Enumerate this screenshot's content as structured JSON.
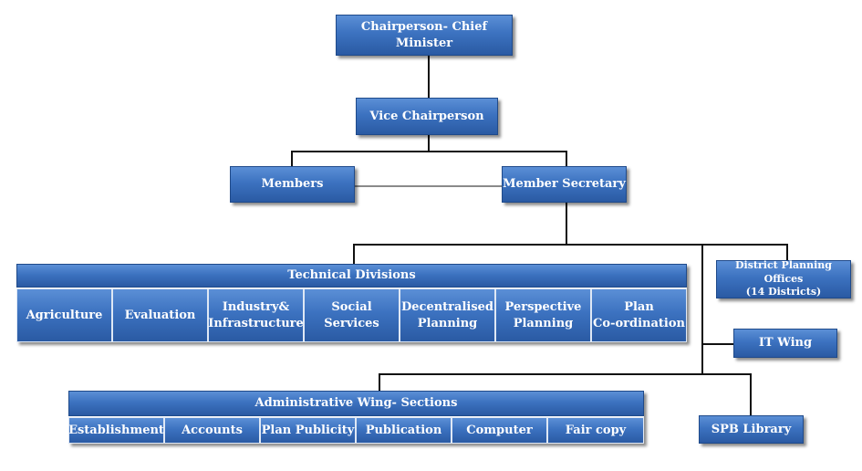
{
  "chart": {
    "chairperson": "Chairperson- Chief Minister",
    "vice_chairperson": "Vice Chairperson",
    "members": "Members",
    "member_secretary": "Member Secretary",
    "district_planning": "District Planning Offices\n(14 Districts)",
    "it_wing": "IT Wing",
    "spb_library": "SPB Library",
    "technical": {
      "title": "Technical Divisions",
      "items": [
        "Agriculture",
        "Evaluation",
        "Industry&\nInfrastructure",
        "Social Services",
        "Decentralised\nPlanning",
        "Perspective\nPlanning",
        "Plan\nCo-ordination"
      ]
    },
    "administrative": {
      "title": "Administrative Wing- Sections",
      "items": [
        "Establishment",
        "Accounts",
        "Plan Publicity",
        "Publication",
        "Computer",
        "Fair copy"
      ]
    }
  },
  "colors": {
    "box_top": "#5b8fd6",
    "box_bottom": "#2a5aa3",
    "connector": "#111111"
  }
}
